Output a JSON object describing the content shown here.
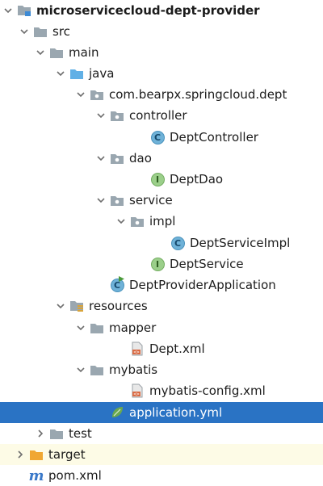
{
  "tree": {
    "items": [
      {
        "label": "microservicecloud-dept-provider",
        "icon": "module-folder-icon",
        "expanded": true
      },
      {
        "label": "src",
        "icon": "folder-icon",
        "expanded": true
      },
      {
        "label": "main",
        "icon": "folder-icon",
        "expanded": true
      },
      {
        "label": "java",
        "icon": "source-folder-icon",
        "expanded": true
      },
      {
        "label": "com.bearpx.springcloud.dept",
        "icon": "package-icon",
        "expanded": true
      },
      {
        "label": "controller",
        "icon": "package-icon",
        "expanded": true
      },
      {
        "label": "DeptController",
        "icon": "class-icon",
        "badge": "C"
      },
      {
        "label": "dao",
        "icon": "package-icon",
        "expanded": true
      },
      {
        "label": "DeptDao",
        "icon": "interface-icon",
        "badge": "I"
      },
      {
        "label": "service",
        "icon": "package-icon",
        "expanded": true
      },
      {
        "label": "impl",
        "icon": "package-icon",
        "expanded": true
      },
      {
        "label": "DeptServiceImpl",
        "icon": "class-icon",
        "badge": "C"
      },
      {
        "label": "DeptService",
        "icon": "interface-icon",
        "badge": "I"
      },
      {
        "label": "DeptProviderApplication",
        "icon": "spring-boot-class-icon",
        "badge": "C"
      },
      {
        "label": "resources",
        "icon": "resources-folder-icon",
        "expanded": true
      },
      {
        "label": "mapper",
        "icon": "folder-icon",
        "expanded": true
      },
      {
        "label": "Dept.xml",
        "icon": "xml-file-icon"
      },
      {
        "label": "mybatis",
        "icon": "folder-icon",
        "expanded": true
      },
      {
        "label": "mybatis-config.xml",
        "icon": "xml-file-icon"
      },
      {
        "label": "application.yml",
        "icon": "spring-yml-icon",
        "selected": true
      },
      {
        "label": "test",
        "icon": "folder-icon",
        "expanded": false
      },
      {
        "label": "target",
        "icon": "excluded-folder-icon",
        "expanded": false
      },
      {
        "label": "pom.xml",
        "icon": "maven-pom-icon",
        "badge": "m"
      }
    ]
  },
  "colors": {
    "selection": "#2a73c4",
    "excluded_background": "#fdfbe6",
    "folder": "#9aa7b0",
    "source_folder": "#61b0e6",
    "excluded_folder": "#f0a732",
    "spring_green": "#6aa84f"
  }
}
